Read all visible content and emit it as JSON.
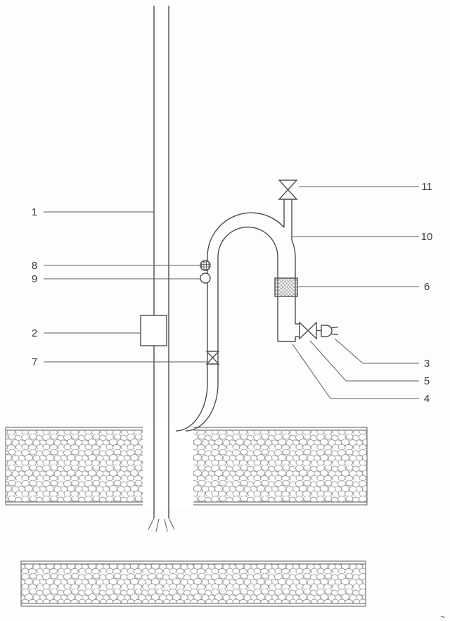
{
  "figure": {
    "callouts": {
      "n1": "1",
      "n2": "2",
      "n3": "3",
      "n4": "4",
      "n5": "5",
      "n6": "6",
      "n7": "7",
      "n8": "8",
      "n9": "9",
      "n10": "10",
      "n11": "11"
    },
    "colors": {
      "line": "#4c4c4e",
      "leader": "#5c5c5e",
      "label_text": "#3a3a3c",
      "gravel_stroke": "#989da2",
      "filter_hatch": "#8a9094",
      "background": "#fdfdfd"
    }
  }
}
